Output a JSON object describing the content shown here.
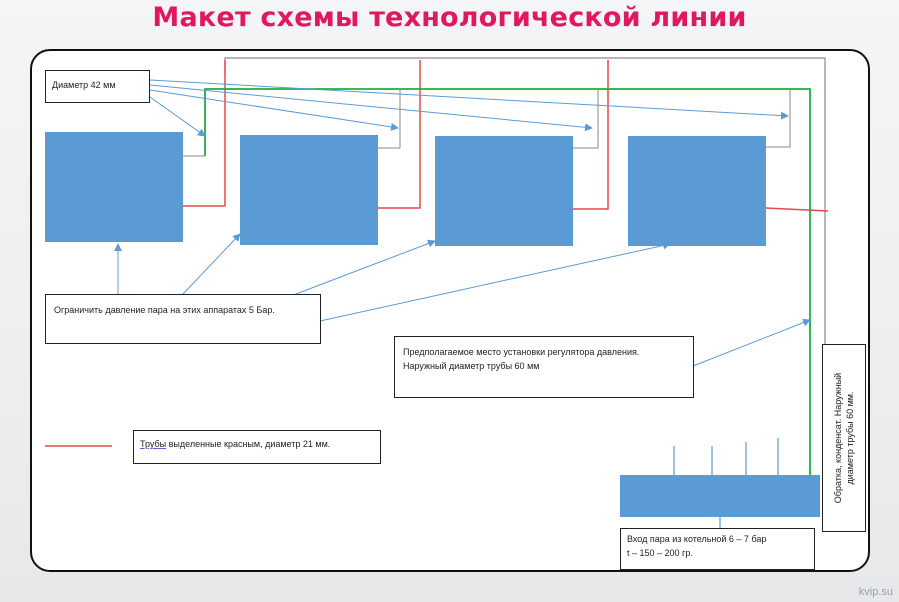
{
  "page": {
    "title": "Макет схемы технологической линии",
    "watermark": "kvip.su"
  },
  "diagram": {
    "colors": {
      "title": "#e0195f",
      "apparatus": "#5b9bd5",
      "red_pipe": "#e8474b",
      "green_pipe": "#1fae3c",
      "arrow": "#5b9bd5",
      "grey_line": "#8a8a8a"
    },
    "labels": {
      "pipe_diameter": "Диаметр 42 мм",
      "pressure_limit": "Ограничить давление пара на этих аппаратах 5 Бар.",
      "regulator_line1": "Предполагаемое место установки регулятора давления.",
      "regulator_line2": "Наружный диаметр трубы 60 мм",
      "red_legend_prefix": "Трубы",
      "red_legend_rest": " выделенные красным, диаметр 21 мм.",
      "steam_input_line1": "Вход пара из котельной 6 – 7 бар",
      "steam_input_line2": "t – 150 – 200 гр.",
      "return_line1": "Обратка, конденсат.  Наружный",
      "return_line2": "диаметр трубы 60 мм."
    },
    "apparatus_count": 4
  }
}
